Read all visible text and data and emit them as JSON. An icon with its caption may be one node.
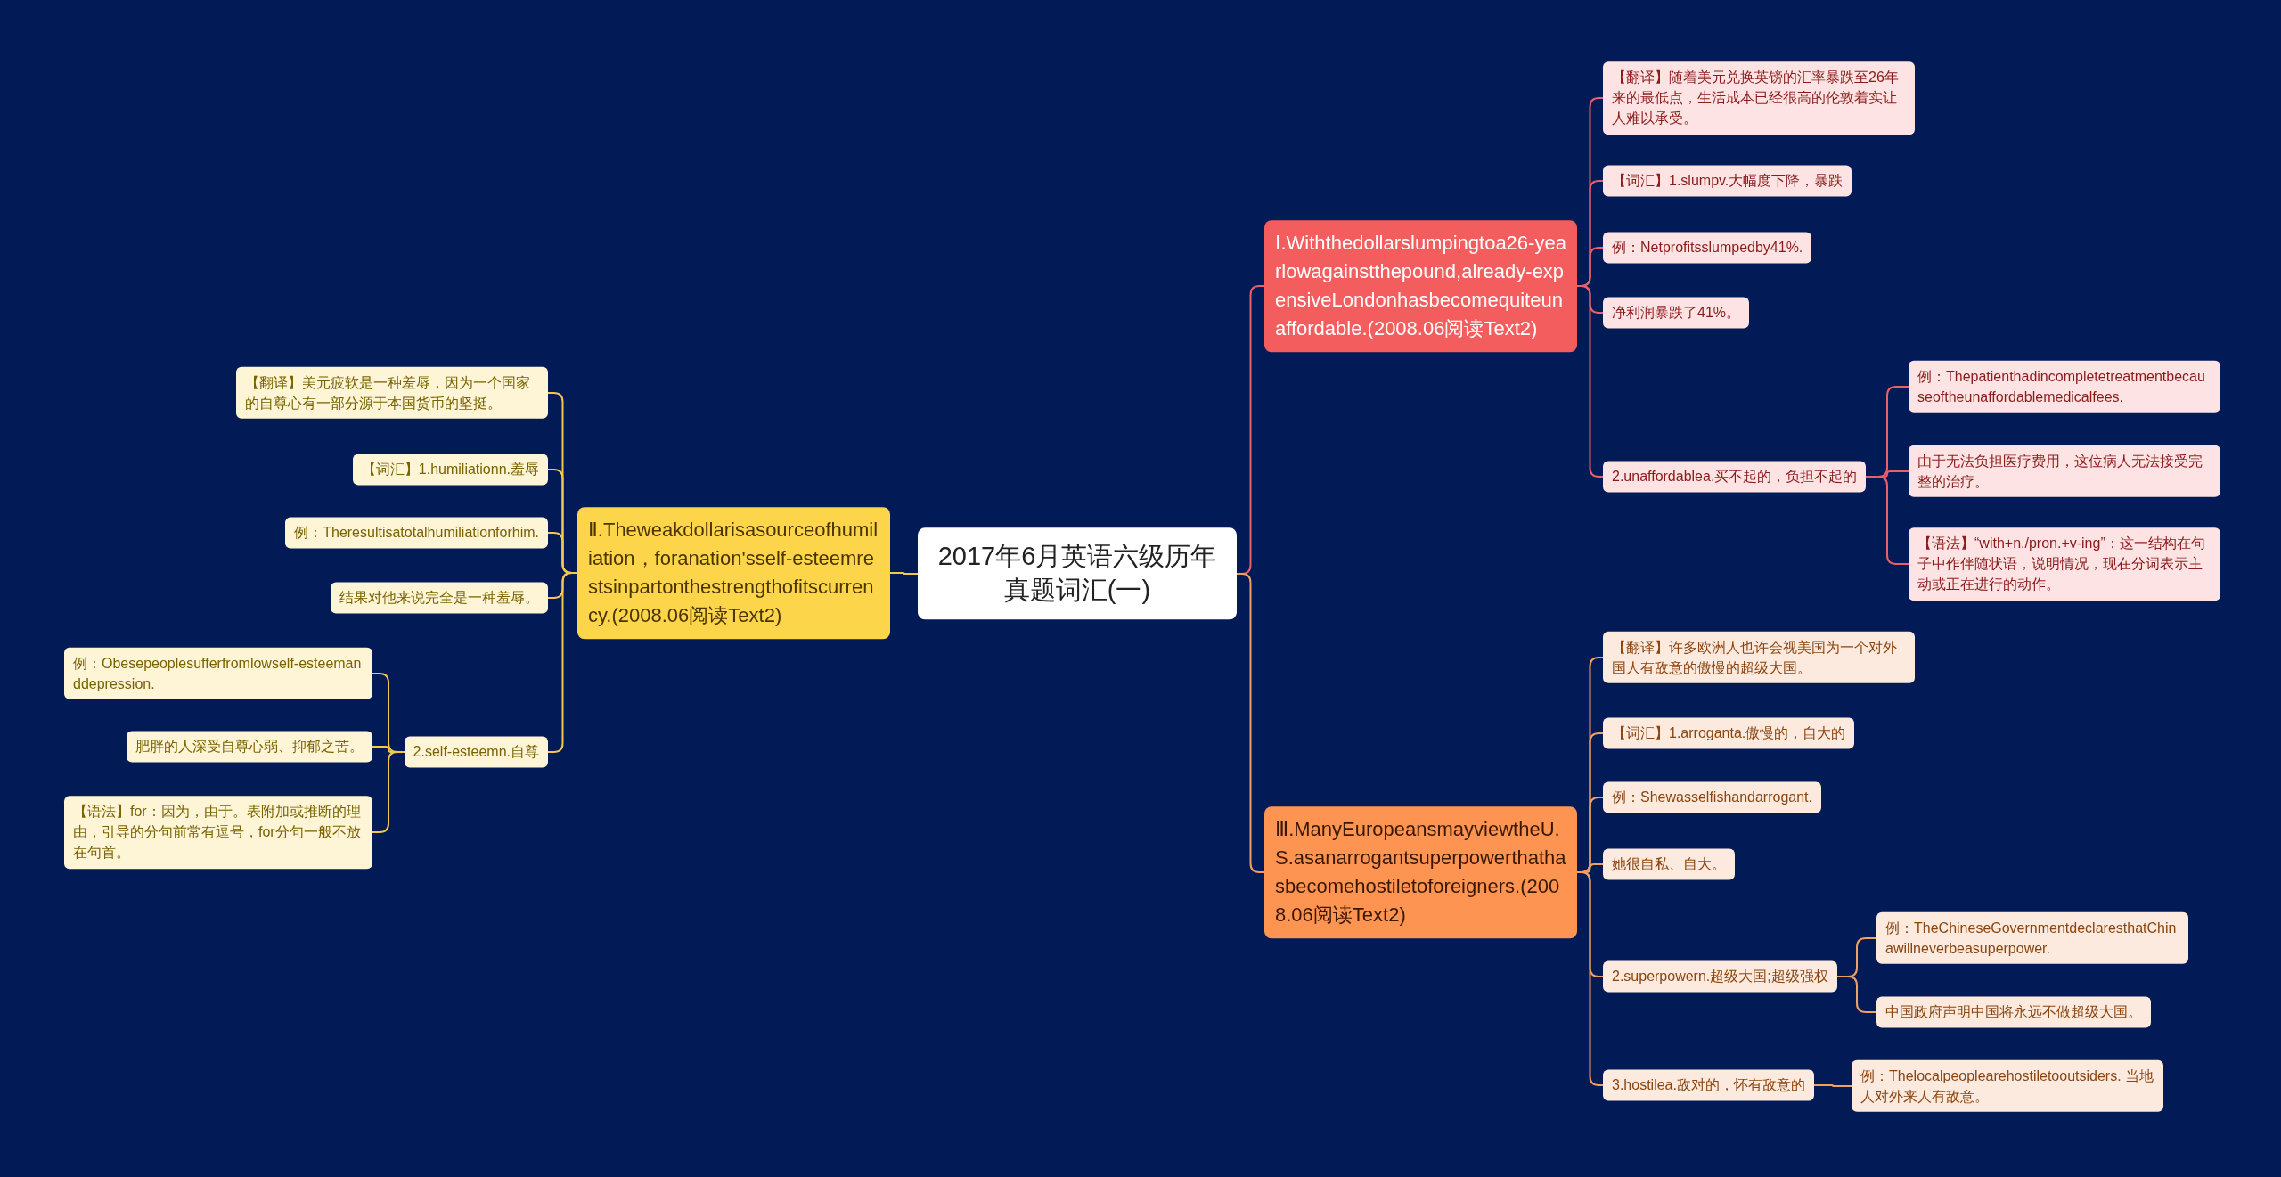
{
  "diagram": {
    "nodes": [
      {
        "text": [
          "2017年6月英语六级历年真题词汇(一)"
        ]
      },
      {
        "text": [
          "Ⅰ.Withthedollarslumpingtoa26-yearlowagainstthepound,already-expensiveLondonhasbecomequiteunaffordable.(2008.06阅读Text2)"
        ]
      },
      {
        "text": [
          "【翻译】随着美元兑换英镑的汇率暴跌至26年来的最低点，生活成本已经很高的伦敦着实让人难以承受。"
        ]
      },
      {
        "text": [
          "【词汇】1.slumpv.大幅度下降，暴跌"
        ]
      },
      {
        "text": [
          "例：Netprofitsslumpedby41%."
        ]
      },
      {
        "text": [
          "净利润暴跌了41%。"
        ]
      },
      {
        "text": [
          "2.unaffordablea.买不起的，负担不起的"
        ]
      },
      {
        "text": [
          "例：Thepatienthadincompletetreatmentbecauseoftheunaffordablemedicalfees."
        ]
      },
      {
        "text": [
          "由于无法负担医疗费用，这位病人无法接受完整的治疗。"
        ]
      },
      {
        "text": [
          "【语法】“with+n./pron.+v-ing”：这一结构在句子中作伴随状语，说明情况，现在分词表示主动或正在进行的动作。"
        ]
      },
      {
        "text": [
          "Ⅱ.Theweakdollarisasourceofhumiliation，foranation'sself-esteemrestsinpartonthestrengthofitscurrency.(2008.06阅读Text2)"
        ]
      },
      {
        "text": [
          "【翻译】美元疲软是一种羞辱，因为一个国家的自尊心有一部分源于本国货币的坚挺。"
        ]
      },
      {
        "text": [
          "【词汇】1.humiliationn.羞辱"
        ]
      },
      {
        "text": [
          "例：Theresultisatotalhumiliationforhim."
        ]
      },
      {
        "text": [
          "结果对他来说完全是一种羞辱。"
        ]
      },
      {
        "text": [
          "2.self-esteemn.自尊"
        ]
      },
      {
        "text": [
          "例：Obesepeoplesufferfromlowself-esteemanddepression."
        ]
      },
      {
        "text": [
          "肥胖的人深受自尊心弱、抑郁之苦。"
        ]
      },
      {
        "text": [
          "【语法】for：因为，由于。表附加或推断的理由，引导的分句前常有逗号，for分句一般不放在句首。"
        ]
      },
      {
        "text": [
          "Ⅲ.ManyEuropeansmayviewtheU.S.asanarrogantsuperpowerthathasbecomehostiletoforeigners.(2008.06阅读Text2)"
        ]
      },
      {
        "text": [
          "【翻译】许多欧洲人也许会视美国为一个对外国人有敌意的傲慢的超级大国。"
        ]
      },
      {
        "text": [
          "【词汇】1.arroganta.傲慢的，自大的"
        ]
      },
      {
        "text": [
          "例：Shewasselfishandarrogant."
        ]
      },
      {
        "text": [
          "她很自私、自大。"
        ]
      },
      {
        "text": [
          "2.superpowern.超级大国;超级强权"
        ]
      },
      {
        "text": [
          "例：TheChineseGovernmentdeclaresthatChinawillneverbeasuperpower."
        ]
      },
      {
        "text": [
          "中国政府声明中国将永远不做超级大国。"
        ]
      },
      {
        "text": [
          "3.hostilea.敌对的，怀有敌意的"
        ]
      },
      {
        "text": [
          "例：Thelocalpeoplearehostiletooutsiders. 当地人对外来人有敌意。"
        ]
      }
    ],
    "edges": [
      {
        "from": 0,
        "to": 1,
        "arrow": "none",
        "color": "#e8606a"
      },
      {
        "from": 0,
        "to": 10,
        "arrow": "none",
        "color": "#f2c94c"
      },
      {
        "from": 0,
        "to": 19,
        "arrow": "none",
        "color": "#f0a060"
      },
      {
        "from": 1,
        "to": 2,
        "arrow": "none",
        "color": "#e8606a"
      },
      {
        "from": 1,
        "to": 3,
        "arrow": "none",
        "color": "#e8606a"
      },
      {
        "from": 1,
        "to": 4,
        "arrow": "none",
        "color": "#e8606a"
      },
      {
        "from": 1,
        "to": 5,
        "arrow": "none",
        "color": "#e8606a"
      },
      {
        "from": 1,
        "to": 6,
        "arrow": "none",
        "color": "#e8606a"
      },
      {
        "from": 6,
        "to": 7,
        "arrow": "none",
        "color": "#e8606a"
      },
      {
        "from": 6,
        "to": 8,
        "arrow": "none",
        "color": "#e8606a"
      },
      {
        "from": 6,
        "to": 9,
        "arrow": "none",
        "color": "#e8606a"
      },
      {
        "from": 10,
        "to": 11,
        "arrow": "none",
        "color": "#f2c94c"
      },
      {
        "from": 10,
        "to": 12,
        "arrow": "none",
        "color": "#f2c94c"
      },
      {
        "from": 10,
        "to": 13,
        "arrow": "none",
        "color": "#f2c94c"
      },
      {
        "from": 10,
        "to": 14,
        "arrow": "none",
        "color": "#f2c94c"
      },
      {
        "from": 10,
        "to": 15,
        "arrow": "none",
        "color": "#f2c94c"
      },
      {
        "from": 15,
        "to": 16,
        "arrow": "none",
        "color": "#f2c94c"
      },
      {
        "from": 15,
        "to": 17,
        "arrow": "none",
        "color": "#f2c94c"
      },
      {
        "from": 15,
        "to": 18,
        "arrow": "none",
        "color": "#f2c94c"
      },
      {
        "from": 19,
        "to": 20,
        "arrow": "none",
        "color": "#f0a060"
      },
      {
        "from": 19,
        "to": 21,
        "arrow": "none",
        "color": "#f0a060"
      },
      {
        "from": 19,
        "to": 22,
        "arrow": "none",
        "color": "#f0a060"
      },
      {
        "from": 19,
        "to": 23,
        "arrow": "none",
        "color": "#f0a060"
      },
      {
        "from": 19,
        "to": 24,
        "arrow": "none",
        "color": "#f0a060"
      },
      {
        "from": 19,
        "to": 27,
        "arrow": "none",
        "color": "#f0a060"
      },
      {
        "from": 24,
        "to": 25,
        "arrow": "none",
        "color": "#f0a060"
      },
      {
        "from": 24,
        "to": 26,
        "arrow": "none",
        "color": "#f0a060"
      },
      {
        "from": 27,
        "to": 28,
        "arrow": "none",
        "color": "#f0a060"
      }
    ]
  }
}
